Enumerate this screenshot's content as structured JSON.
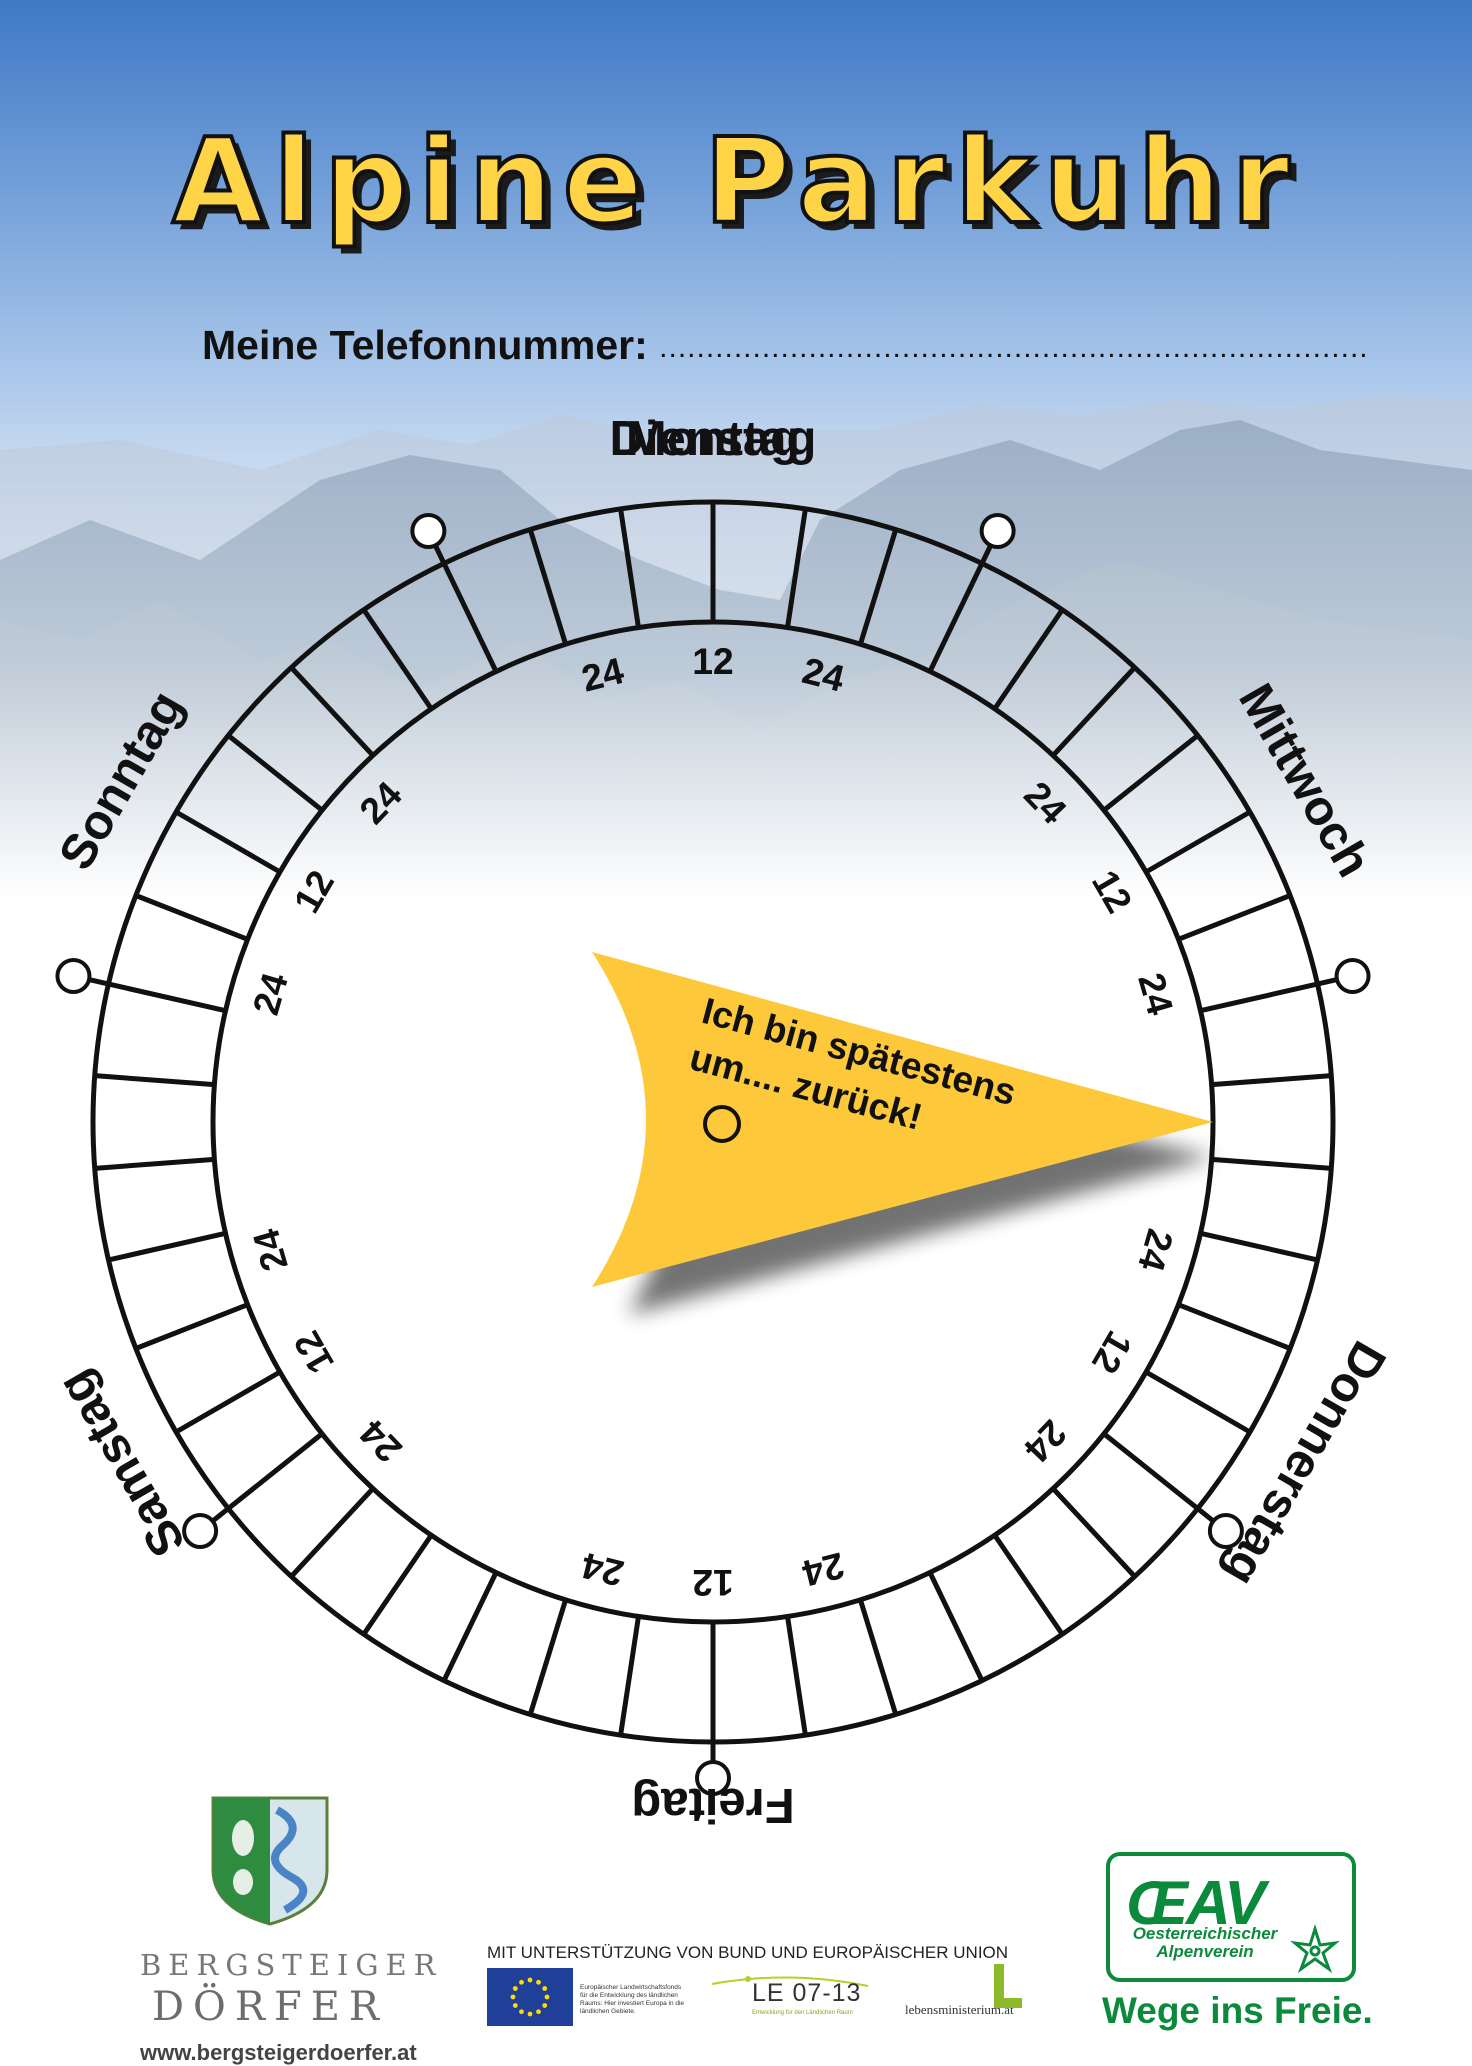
{
  "title": "Alpine Parkuhr",
  "phone_label": "Meine Telefonnummer:",
  "phone_dots": "............................................................................",
  "dial": {
    "days": [
      "Dienstag",
      "Mittwoch",
      "Donnerstag",
      "Freitag",
      "Samstag",
      "Sonntag",
      "Montag"
    ],
    "tick_labels": [
      "12",
      "24"
    ]
  },
  "arrow": {
    "text_line1": "Ich bin spätestens",
    "text_line2": "um.... zurück!",
    "color": "#fdc93a"
  },
  "footer": {
    "left_brand_line1": "BERGSTEIGER",
    "left_brand_line2": "DÖRFER",
    "left_url": "www.bergsteigerdoerfer.at",
    "support_text": "MIT UNTERSTÜTZUNG VON BUND UND EUROPÄISCHER UNION",
    "eu_text": "Europäischer Landwirtschaftsfonds für die Entwicklung des ländlichen Raums: Hier investiert Europa in die ländlichen Gebiete.",
    "le_text": "LE 07-13",
    "le_sub": "Entwicklung für den Ländlichen Raum",
    "lm_text": "lebensministerium.at",
    "oeav_name": "Oesterreichischer Alpenverein",
    "oeav_slogan": "Wege ins Freie.",
    "oeav_color": "#0b8a3c"
  }
}
